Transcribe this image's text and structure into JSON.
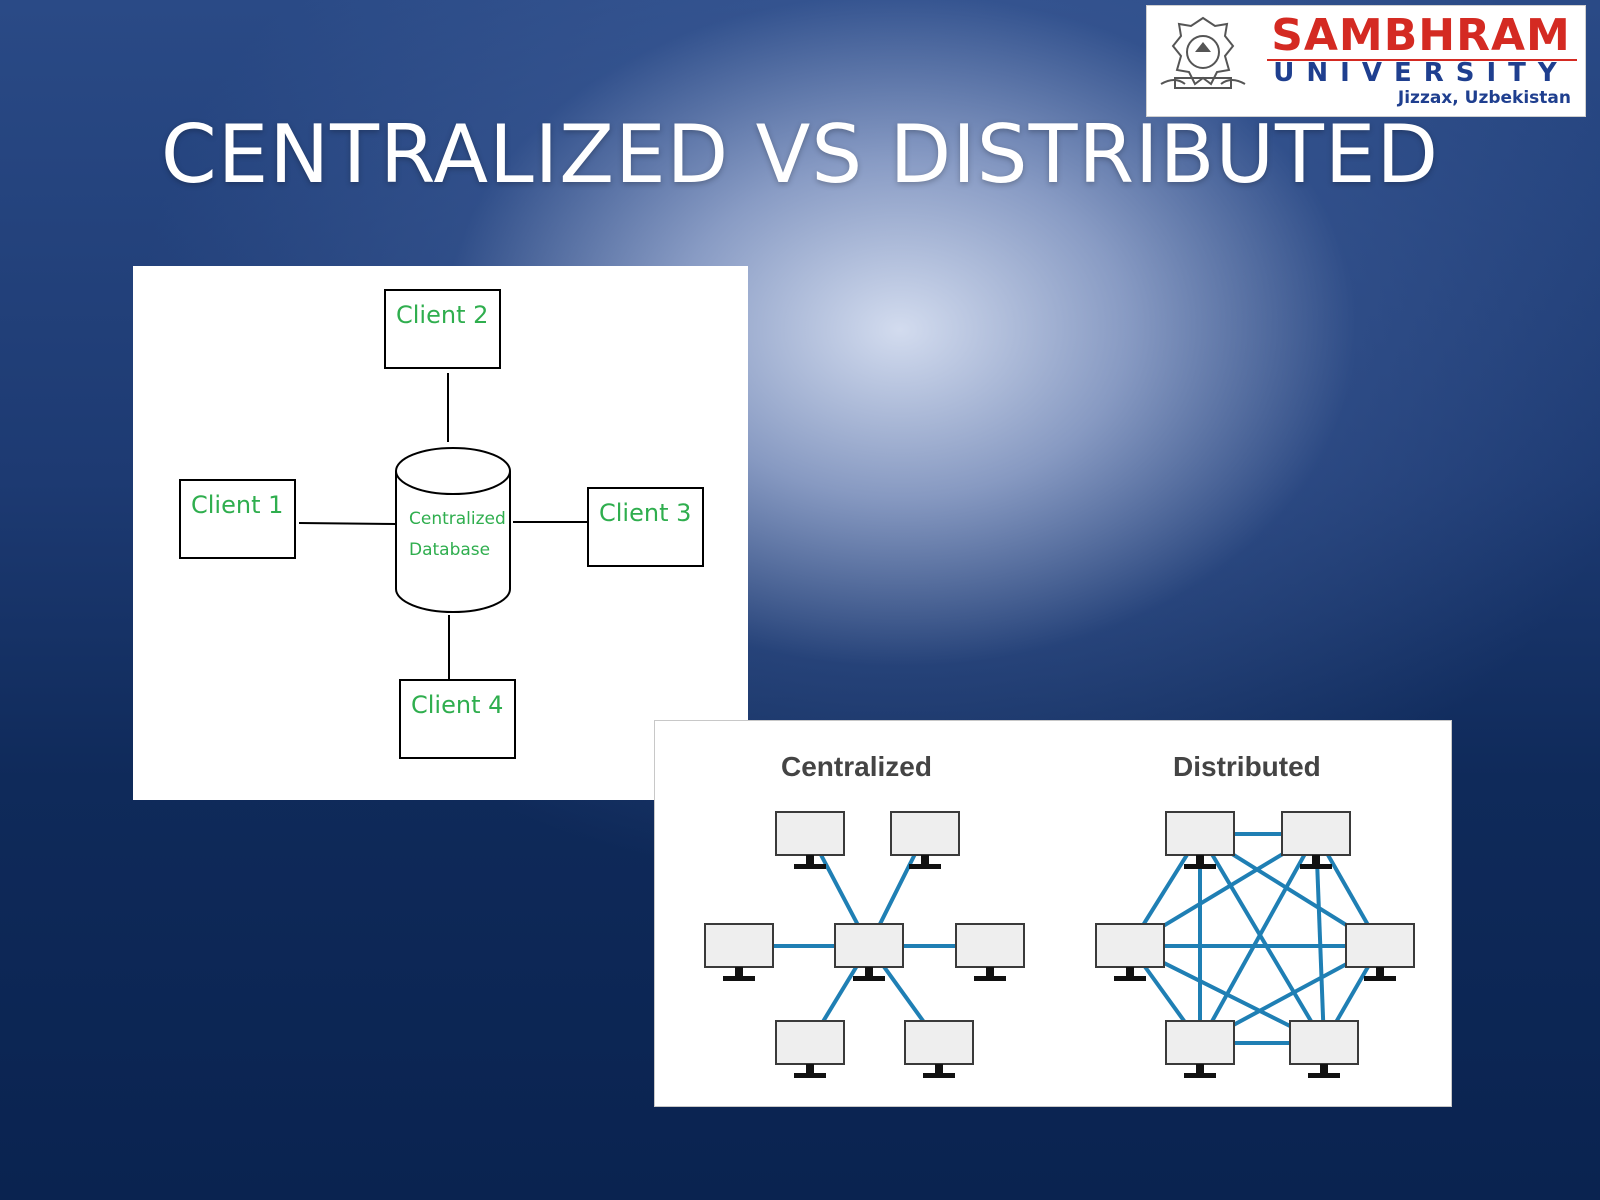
{
  "slide": {
    "title": "CENTRALIZED VS DISTRIBUTED"
  },
  "logo": {
    "name": "SAMBHRAM",
    "subtitle": "UNIVERSITY",
    "location": "Jizzax, Uzbekistan"
  },
  "diagram1": {
    "clients": [
      "Client 1",
      "Client 2",
      "Client 3",
      "Client 4"
    ],
    "database_label_line1": "Centralized",
    "database_label_line2": "Database",
    "label_color": "#2fae4e"
  },
  "diagram2": {
    "centralized_heading": "Centralized",
    "distributed_heading": "Distributed",
    "link_color": "#1f7fb4"
  }
}
